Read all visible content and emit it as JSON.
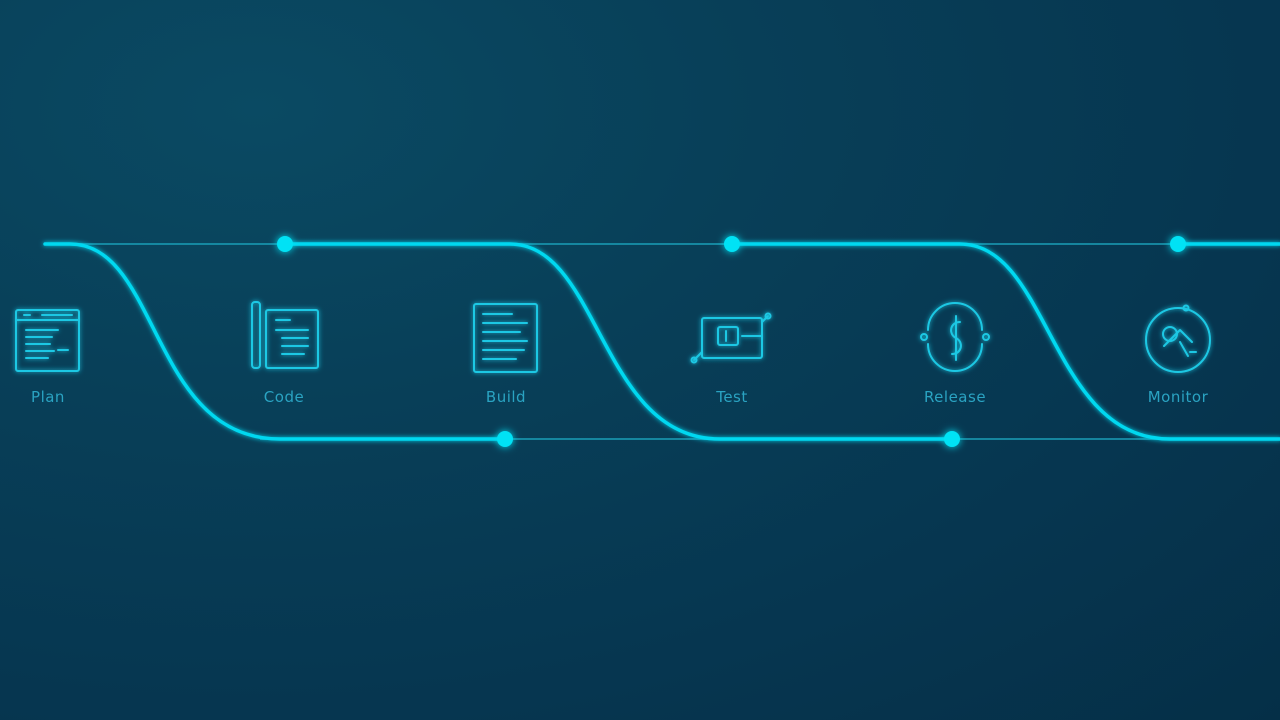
{
  "colors": {
    "accent": "#00d8f0",
    "accent_dim": "#1a9fb8",
    "label": "#2aa3c2",
    "background": "#063650"
  },
  "stages": [
    {
      "label": "Plan",
      "icon": "browser-window-icon"
    },
    {
      "label": "Code",
      "icon": "document-with-pencil-icon"
    },
    {
      "label": "Build",
      "icon": "document-list-icon"
    },
    {
      "label": "Test",
      "icon": "test-board-icon"
    },
    {
      "label": "Release",
      "icon": "release-symbol-icon"
    },
    {
      "label": "Monitor",
      "icon": "monitor-gauge-icon"
    }
  ]
}
